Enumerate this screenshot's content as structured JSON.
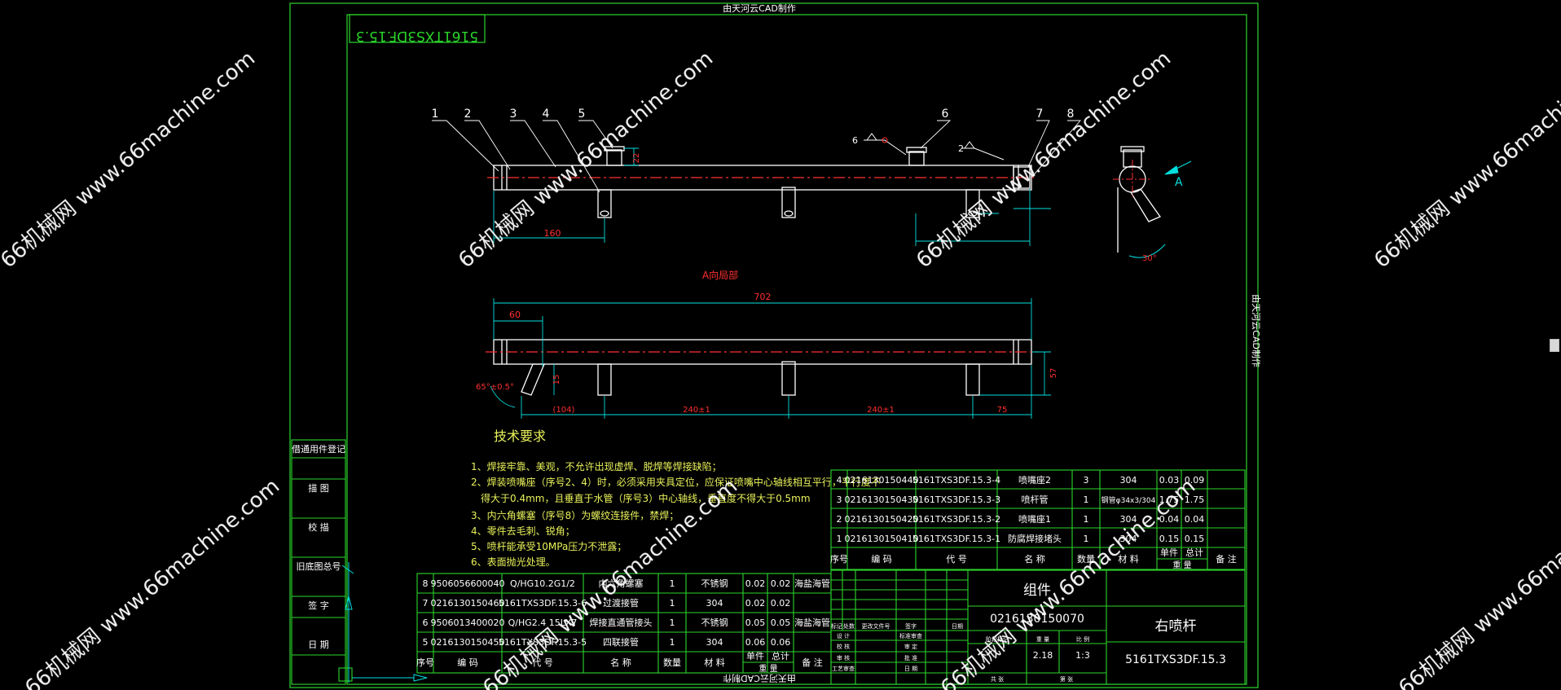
{
  "drawing": {
    "producer_note": "由天河云CAD制作",
    "mirrored_code": "5161TXS3DF.15.3",
    "view_title": "A向局部",
    "tech_title": "技术要求",
    "tech_lines": [
      "1、焊接牢靠、美观，不允许出现虚焊、脱焊等焊接缺陷；",
      "2、焊装喷嘴座（序号2、4）时，必须采用夹具定位，应保证喷嘴中心轴线相互平行，平行度不",
      "　得大于0.4mm，且垂直于水管（序号3）中心轴线，垂直度不得大于0.5mm",
      "3、内六角螺塞（序号8）为螺纹连接件，禁焊；",
      "4、零件去毛刺、锐角；",
      "5、喷杆能承受10MPa压力不泄露；",
      "6、表面抛光处理。"
    ],
    "balloons": [
      "1",
      "2",
      "3",
      "4",
      "5",
      "6",
      "7",
      "8"
    ],
    "dims": {
      "d22": "22",
      "d160": "160",
      "d702": "702",
      "d60": "60",
      "d15": "15",
      "d104": "(104)",
      "d240a": "240±1",
      "d240b": "240±1",
      "d75": "75",
      "d57": "57",
      "angle65": "65°±0.5°",
      "angle30": "30°",
      "view_a": "A",
      "weld6": "6",
      "weld2": "2"
    },
    "left_stamp": [
      "借通用件登记",
      "描 图",
      "校 描",
      "旧底图总号",
      "签 字",
      "日 期"
    ],
    "title_block": {
      "kind": "组件",
      "code": "0216130150070",
      "name": "右喷杆",
      "drawing_no": "5161TXS3DF.15.3",
      "weight": "2.18",
      "scale": "1:3",
      "small_labels": [
        "标记",
        "处数",
        "更改文件号",
        "签字",
        "日期",
        "设 计",
        "标准审查",
        "校 核",
        "审 定",
        "审 核",
        "批 准",
        "工艺审查",
        "日 期",
        "阶段标记",
        "重 量",
        "比 例",
        "共 张",
        "第 张"
      ]
    },
    "bom_header": [
      "序号",
      "编 码",
      "代 号",
      "名 称",
      "数量",
      "材 料",
      "单件",
      "总计",
      "备 注"
    ],
    "bom_header_weight": "重 量",
    "bom_upper": [
      [
        "4",
        "0216130150440",
        "5161TXS3DF.15.3-4",
        "喷嘴座2",
        "3",
        "304",
        "0.03",
        "0.09",
        ""
      ],
      [
        "3",
        "0216130150430",
        "5161TXS3DF.15.3-3",
        "喷杆管",
        "1",
        "钢管φ34x3/304",
        "1.75",
        "1.75",
        ""
      ],
      [
        "2",
        "0216130150420",
        "5161TXS3DF.15.3-2",
        "喷嘴座1",
        "1",
        "304",
        "0.04",
        "0.04",
        ""
      ],
      [
        "1",
        "0216130150410",
        "5161TXS3DF.15.3-1",
        "防腐焊接堵头",
        "1",
        "304",
        "0.15",
        "0.15",
        ""
      ]
    ],
    "bom_lower": [
      [
        "8",
        "9506056600040",
        "Q/HG10.2G1/2",
        "内六角螺塞",
        "1",
        "不锈钢",
        "0.02",
        "0.02",
        "海盐海管"
      ],
      [
        "7",
        "0216130150460",
        "5161TXS3DF.15.3-6",
        "过渡接管",
        "1",
        "304",
        "0.02",
        "0.02",
        ""
      ],
      [
        "6",
        "9506013400020",
        "Q/HG2.4 15LX7",
        "焊接直通管接头",
        "1",
        "不锈钢",
        "0.05",
        "0.05",
        "海盐海管"
      ],
      [
        "5",
        "0216130150450",
        "5161TXS3DF.15.3-5",
        "四联接管",
        "1",
        "304",
        "0.06",
        "0.06",
        ""
      ]
    ],
    "watermarks": [
      "66机械网 www.66machine.com",
      "66机械网 www.66machine.com",
      "66机械网 www.66machine.com",
      "66机械网 www.66machine.com",
      "66机械网 www.66machine.com",
      "66机械网 www.66machine.com",
      "66机械网 www.66machine.com",
      "66机械网 www.66machine.com"
    ],
    "colors": {
      "frame": "#2bd62b",
      "object": "#ffffff",
      "dimension": "#00e0e0",
      "centerline": "#ff3030",
      "text": "#ffffff",
      "mark": "#ff3030",
      "tech": "#e8f25a",
      "bg": "#000000"
    }
  }
}
